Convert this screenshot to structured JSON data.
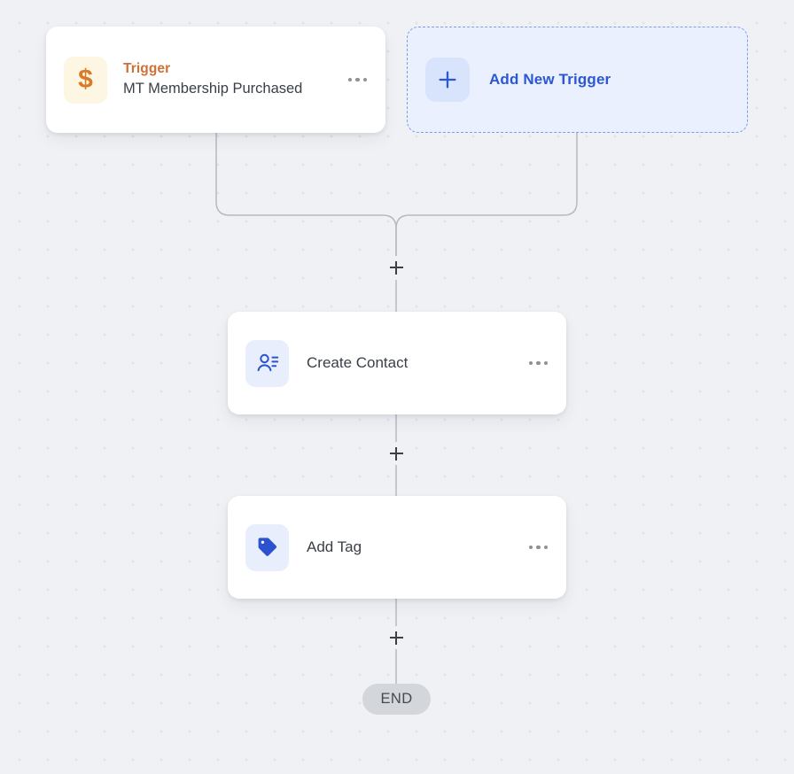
{
  "canvas": {
    "background_color": "#eff1f4",
    "grid_dot_color": "#e2e5e9",
    "connector_color": "#b6babf"
  },
  "workflow": {
    "trigger": {
      "icon": "dollar-sign-icon",
      "icon_glyph": "$",
      "icon_color": "#d97a28",
      "icon_tile_color": "#fdf6e3",
      "kicker": "Trigger",
      "kicker_color": "#cf7035",
      "title": "MT Membership Purchased",
      "menu": "kebab-menu-icon"
    },
    "add_trigger": {
      "icon": "plus-icon",
      "icon_glyph": "+",
      "label": "Add New Trigger",
      "accent_color": "#2b57d4",
      "fill_color": "#eaf0fd",
      "border_color": "#7b9cf0"
    },
    "steps": [
      {
        "icon": "contact-person-icon",
        "title": "Create Contact",
        "icon_color": "#2b57d4",
        "icon_tile_color": "#e8eefc",
        "menu": "kebab-menu-icon"
      },
      {
        "icon": "tag-icon",
        "title": "Add Tag",
        "icon_color": "#2b57d4",
        "icon_tile_color": "#e8eefc",
        "menu": "kebab-menu-icon"
      }
    ],
    "add_step_handles": [
      {
        "name": "add-step-after-trigger",
        "glyph": "+"
      },
      {
        "name": "add-step-after-create-contact",
        "glyph": "+"
      },
      {
        "name": "add-step-after-add-tag",
        "glyph": "+"
      }
    ],
    "end": {
      "label": "END",
      "background_color": "#d3d6da"
    }
  }
}
